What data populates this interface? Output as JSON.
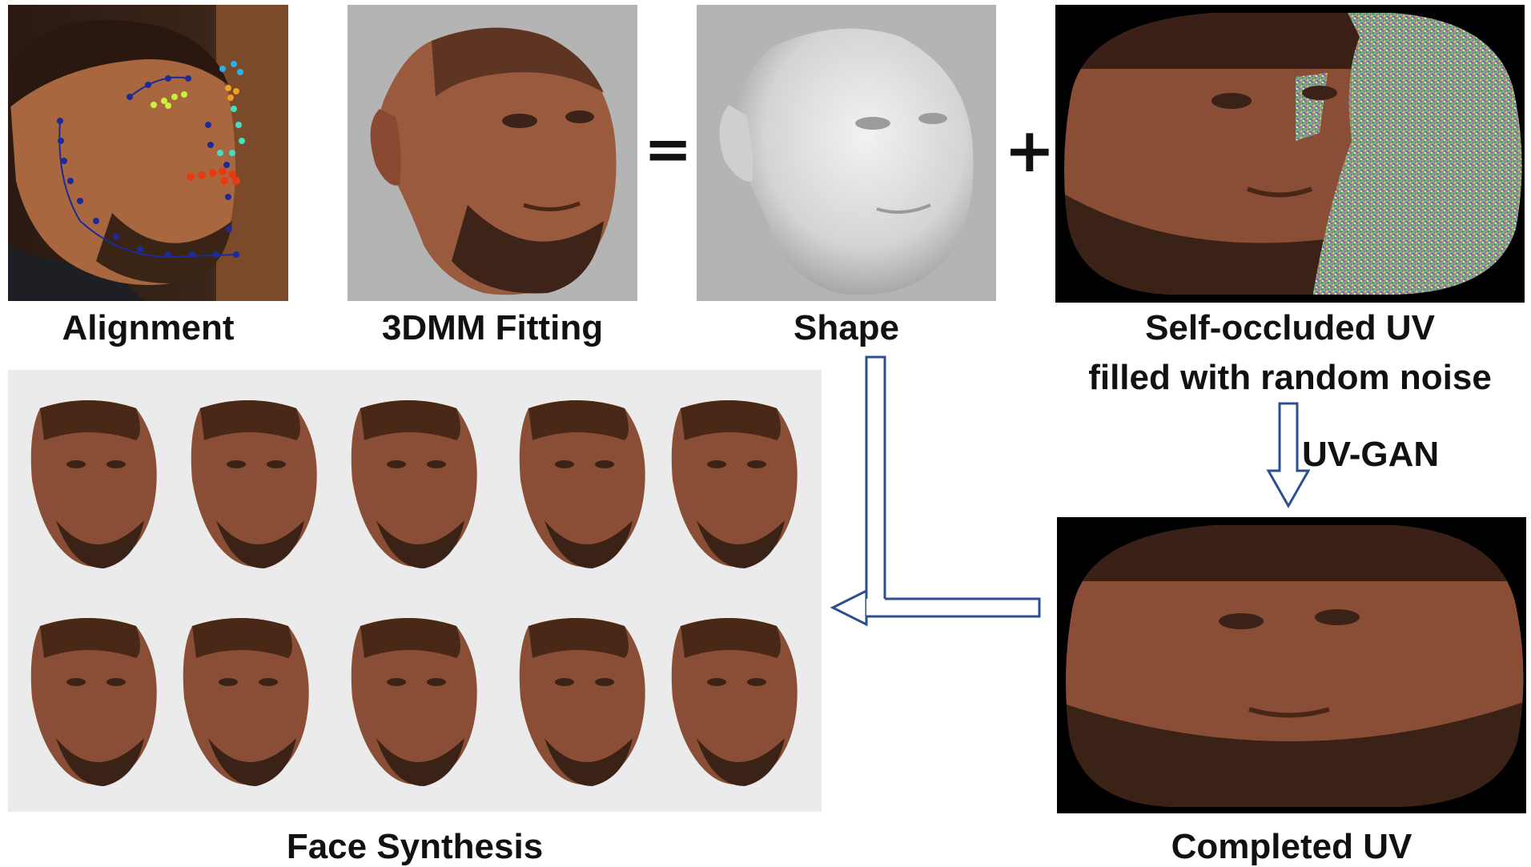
{
  "labels": {
    "alignment": "Alignment",
    "fitting": "3DMM  Fitting",
    "shape": "Shape",
    "occluded_line1": "Self-occluded UV",
    "occluded_line2": "filled with random noise",
    "uvgan": "UV-GAN",
    "completed": "Completed UV",
    "synthesis": "Face Synthesis"
  },
  "operators": {
    "equals": "=",
    "plus": "+"
  },
  "icons": {
    "alignment": "face-landmarks-photo",
    "fitting": "textured-3d-face",
    "shape": "gray-3d-mesh",
    "occluded": "noisy-uv-map",
    "completed": "completed-uv-map",
    "synthesis": "synthesized-face-grid"
  },
  "colors": {
    "panel_gray": "#b4b4b4",
    "synthesis_bg": "#ebebeb",
    "arrow": "#2c4f8f",
    "uv_bg": "#000000",
    "skin": "#8a4e36"
  }
}
